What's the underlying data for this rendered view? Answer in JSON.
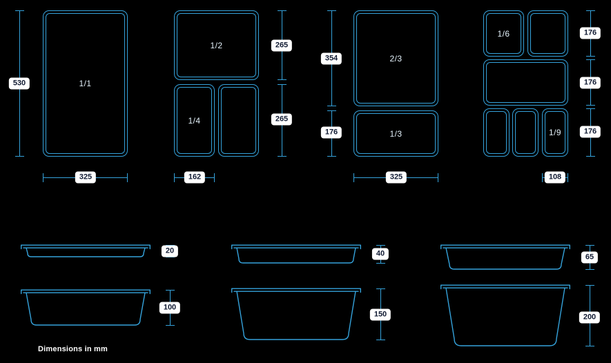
{
  "colors": {
    "line_blue": "#35a3dc",
    "background": "#000000",
    "label_background": "#ffffff",
    "label_text": "#111b33",
    "pan_text": "#e4f2fb"
  },
  "top_views": {
    "p1": {
      "pan_label": "1/1",
      "dim_height": "530",
      "dim_width": "325"
    },
    "p2": {
      "half_label": "1/2",
      "quarter_label": "1/4",
      "dim_half_height": "265",
      "dim_quarter_height": "265",
      "dim_width": "162"
    },
    "p3": {
      "two_thirds_label": "2/3",
      "one_third_label": "1/3",
      "dim_two_thirds_height": "354",
      "dim_one_third_height": "176",
      "dim_width": "325"
    },
    "p4": {
      "sixth_label": "1/6",
      "ninth_label": "1/9",
      "dim_row1_height": "176",
      "dim_row2_height": "176",
      "dim_row3_height": "176",
      "dim_width": "108"
    }
  },
  "side_views": {
    "depths": [
      "20",
      "40",
      "65",
      "100",
      "150",
      "200"
    ]
  },
  "footer": {
    "note": "Dimensions in mm"
  }
}
